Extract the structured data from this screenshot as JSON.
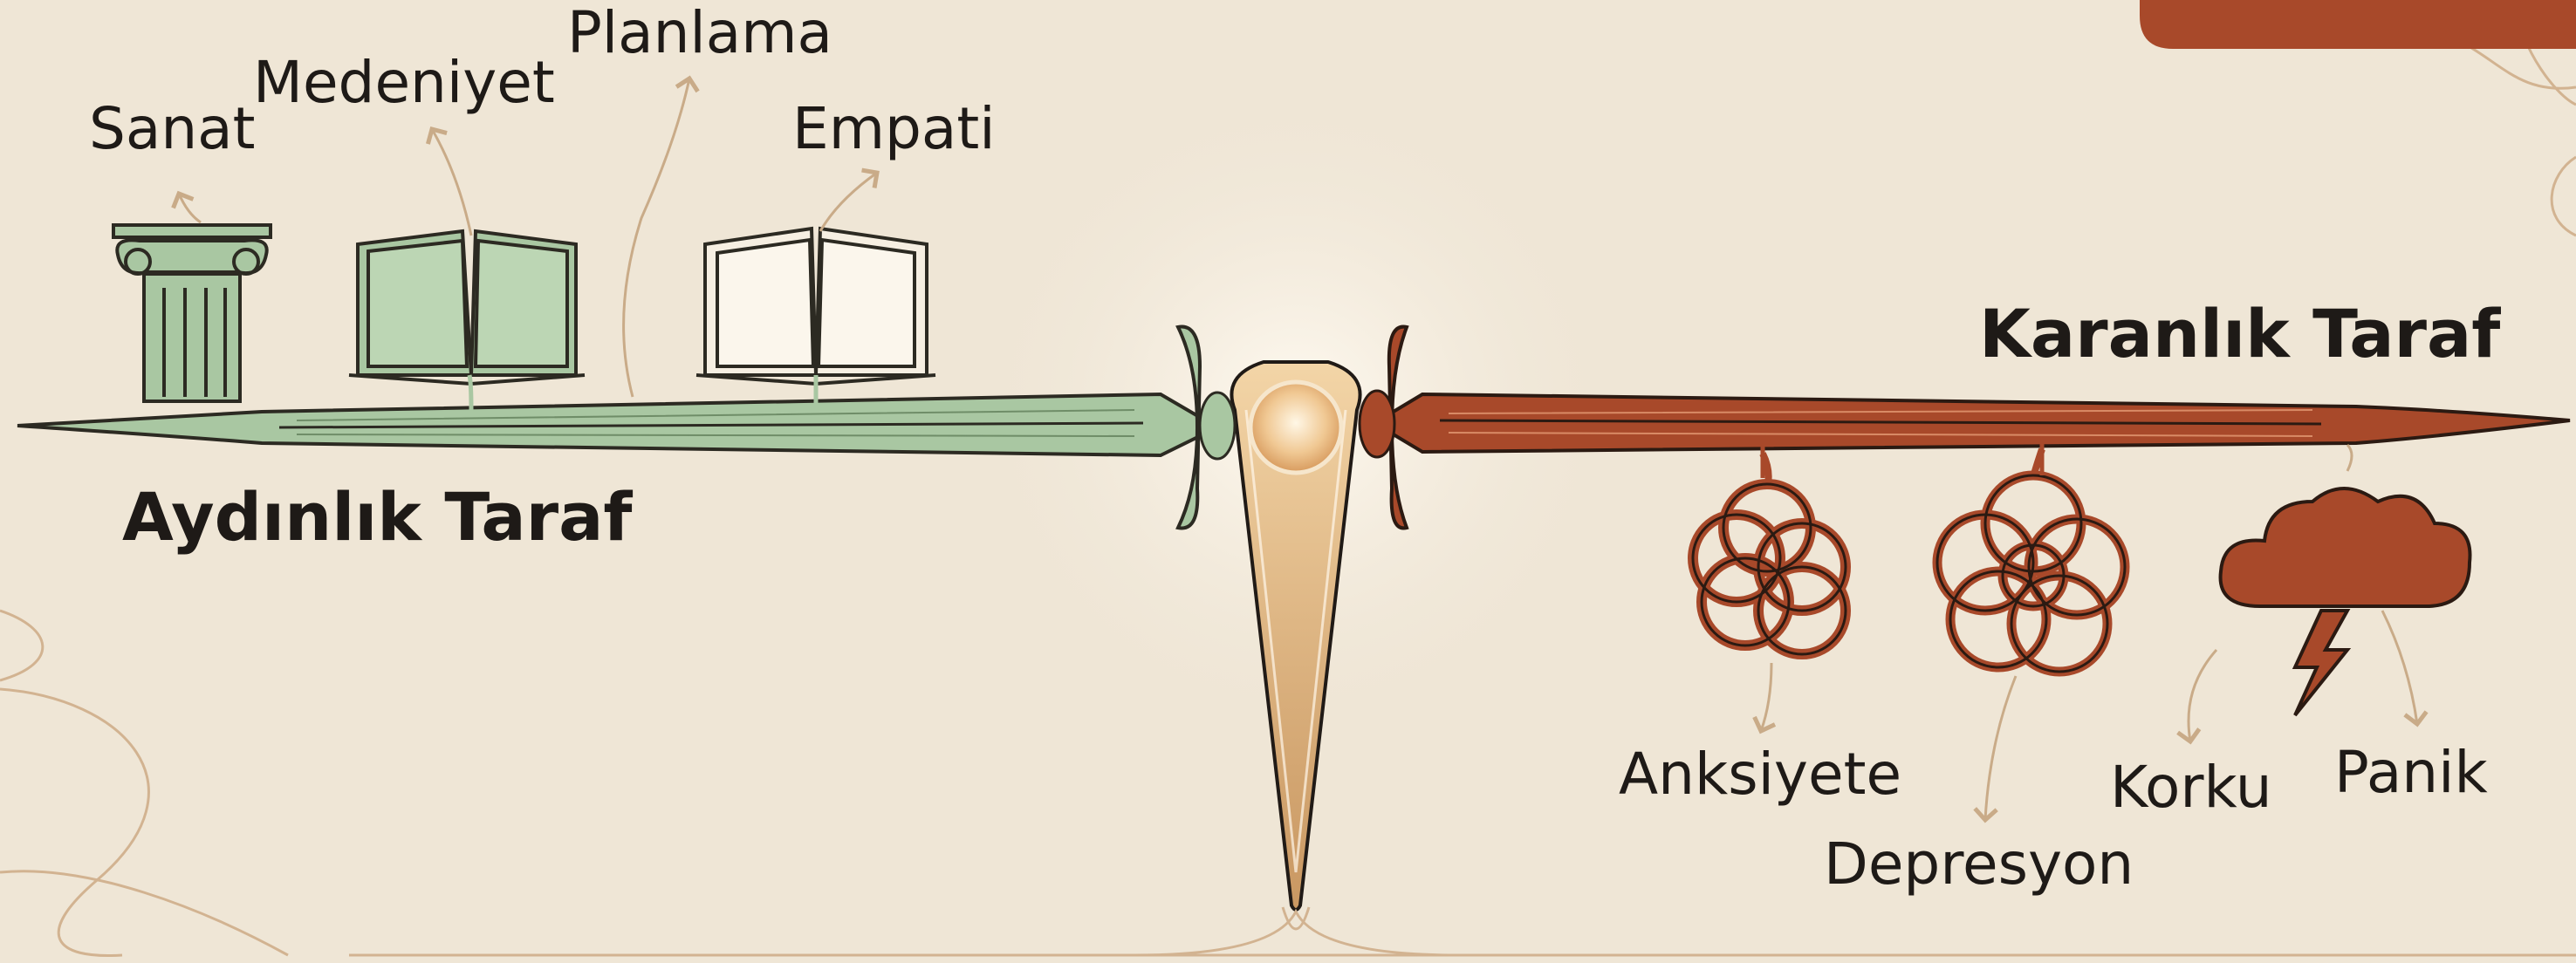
{
  "light_side": {
    "title": "Aydınlık Taraf",
    "color": "#a9c7a2",
    "items": [
      "Sanat",
      "Medeniyet",
      "Planlama",
      "Empati"
    ]
  },
  "dark_side": {
    "title": "Karanlık Taraf",
    "color": "#a8492a",
    "items": [
      "Anksiyete",
      "Depresyon",
      "Korku",
      "Panik"
    ]
  },
  "colors": {
    "background": "#efe6d6",
    "line": "#d2b391",
    "ink": "#1e1a17",
    "glow": "#e7b97f"
  },
  "icons": [
    "column-icon",
    "book-icon",
    "open-book-icon",
    "knot-icon",
    "tangled-knot-icon",
    "storm-cloud-icon"
  ]
}
